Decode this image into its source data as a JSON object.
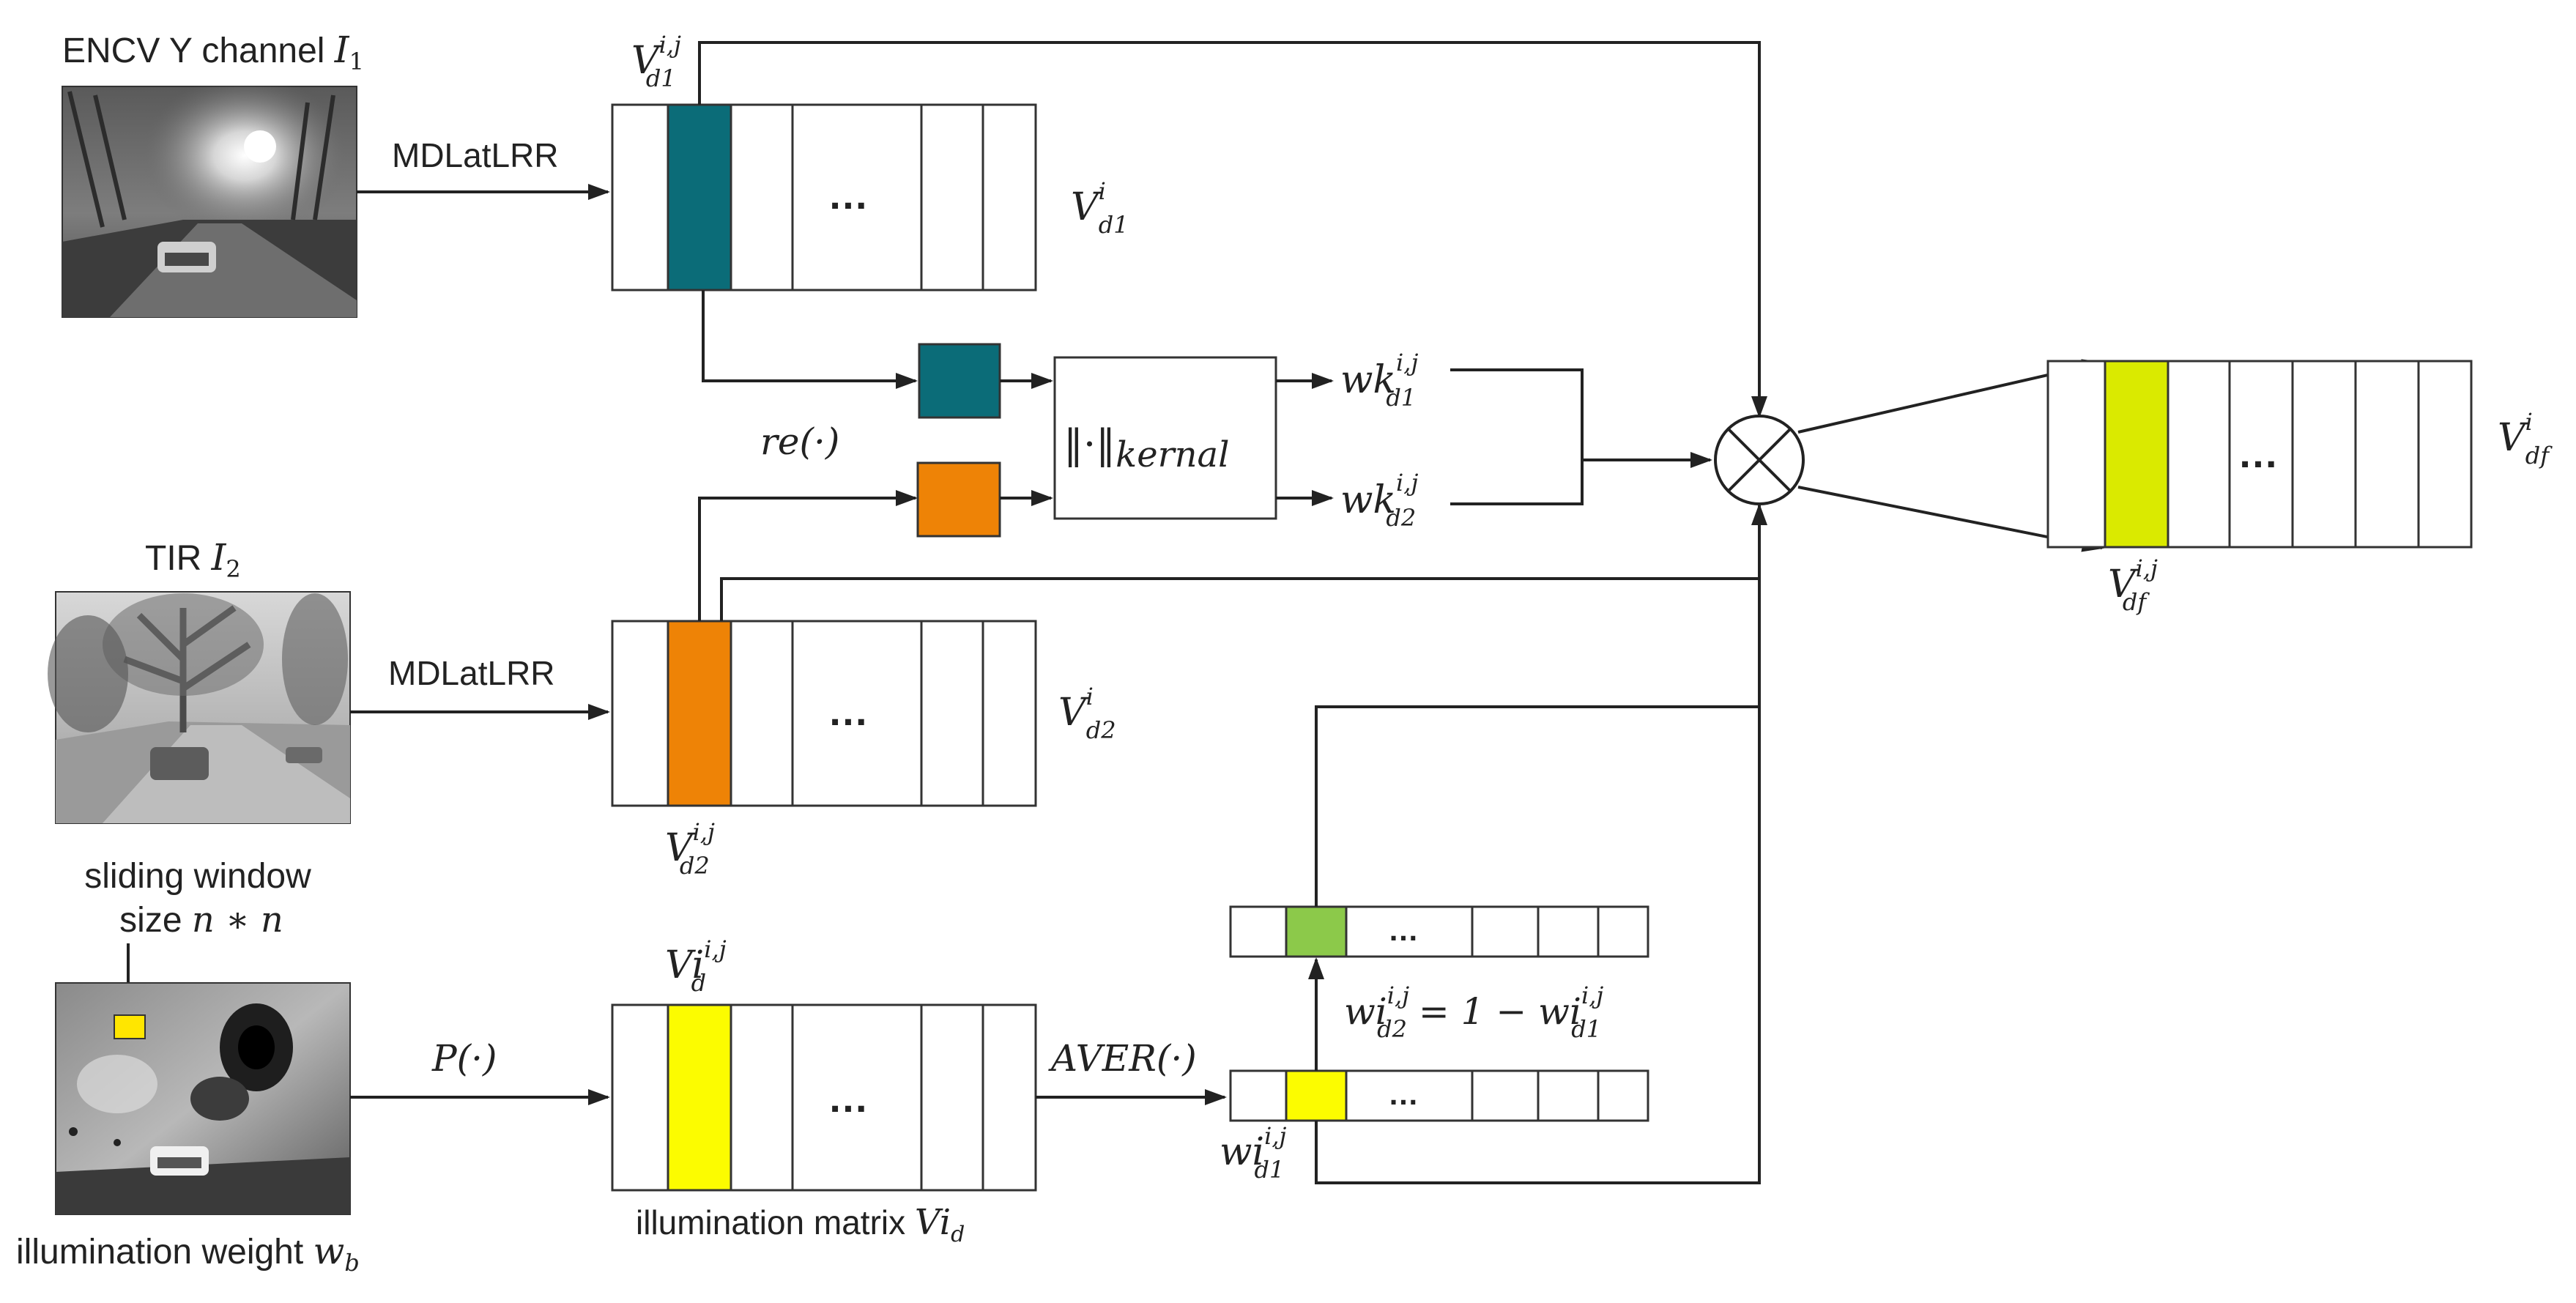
{
  "inputs": {
    "encv": {
      "label": "ENCV Y channel ",
      "sym": "I",
      "sub": "1"
    },
    "tir": {
      "label": "TIR ",
      "sym": "I",
      "sub": "2"
    },
    "illum": {
      "label": "illumination weight ",
      "sym": "w",
      "sub": "b"
    },
    "window": {
      "line1": "sliding window",
      "line2_pre": "size ",
      "line2_math": "n ∗ n"
    }
  },
  "operations": {
    "mdlatlrr_top": "MDLatLRR",
    "mdlatlrr_mid": "MDLatLRR",
    "p": "P(·)",
    "aver": "AVER(·)",
    "re": "re(·)",
    "kernel_main": "‖·‖",
    "kernel_sub": "kernal"
  },
  "matrices": {
    "vd1": {
      "base": "V",
      "sub": "d1",
      "sup": "i",
      "cell_base": "V",
      "cell_sub": "d1",
      "cell_sup": "i,j",
      "ellipsis": "…"
    },
    "vd2": {
      "base": "V",
      "sub": "d2",
      "sup": "i",
      "cell_base": "V",
      "cell_sub": "d2",
      "cell_sup": "i,j",
      "ellipsis": "…"
    },
    "vid": {
      "cell_base": "Vi",
      "cell_sub": "d",
      "cell_sup": "i,j",
      "caption_text": "illumination matrix ",
      "caption_base": "Vi",
      "caption_sub": "d",
      "ellipsis": "…"
    },
    "vdf": {
      "base": "V",
      "sub": "df",
      "sup": "i",
      "cell_base": "V",
      "cell_sub": "df",
      "cell_sup": "i,j",
      "ellipsis": "…"
    }
  },
  "weights": {
    "wk1": {
      "base": "wk",
      "sub": "d1",
      "sup": "i,j"
    },
    "wk2": {
      "base": "wk",
      "sub": "d2",
      "sup": "i,j"
    },
    "wi1": {
      "base": "wi",
      "sub": "d1",
      "sup": "i,j"
    },
    "eq": {
      "lhs_base": "wi",
      "lhs_sub": "d2",
      "lhs_sup": "i,j",
      "mid": " =  1 − ",
      "rhs_base": "wi",
      "rhs_sub": "d1",
      "rhs_sup": "i,j"
    },
    "small_ellipsis_top": "…",
    "small_ellipsis_bottom": "…"
  },
  "colors": {
    "teal": "#0b6c78",
    "orange": "#ee8306",
    "yellow": "#fcfc00",
    "lime": "#daea00",
    "green": "#8cc94a",
    "photo_dark": "#3a3a3a",
    "window_box": "#ffe600"
  },
  "symbols": {
    "multiply": "otimes-circle"
  }
}
